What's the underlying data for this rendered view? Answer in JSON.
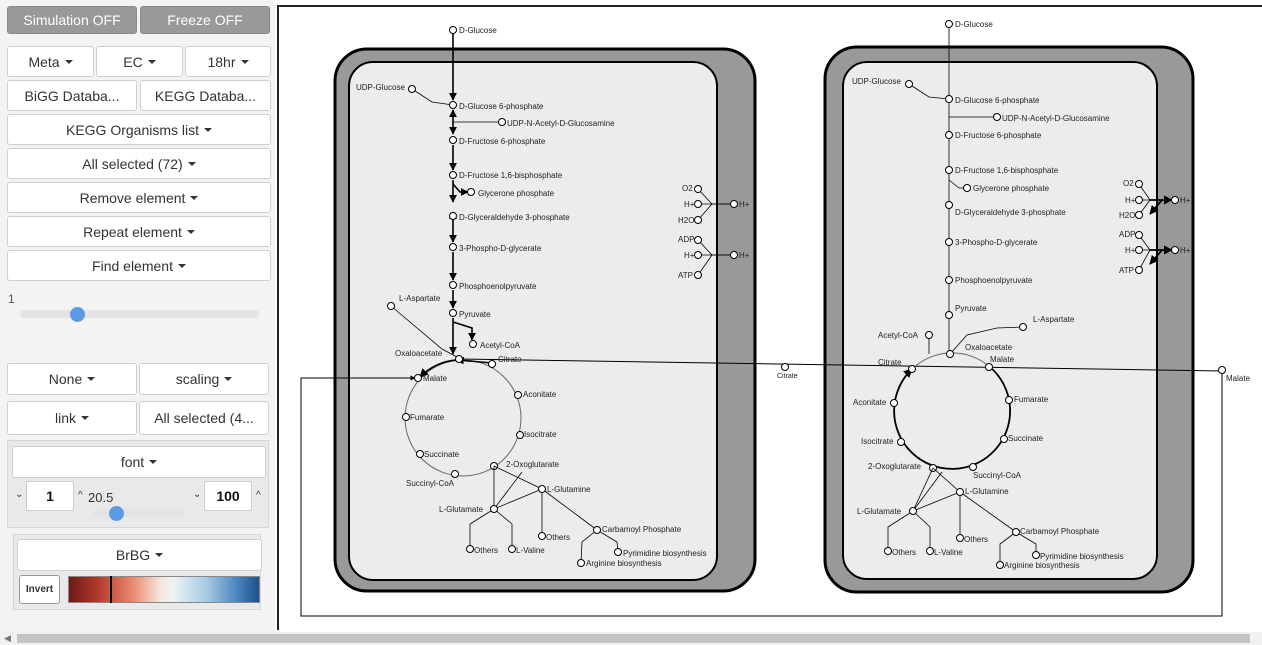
{
  "toolbar": {
    "simulation_label": "Simulation OFF",
    "freeze_label": "Freeze OFF"
  },
  "dropdowns": {
    "meta": "Meta",
    "ec": "EC",
    "time": "18hr",
    "bigg": "BiGG Databa...",
    "kegg": "KEGG Databa...",
    "kegg_organisms": "KEGG Organisms list",
    "all_selected": "All selected (72)",
    "remove_element": "Remove element",
    "repeat_element": "Repeat element",
    "find_element": "Find element",
    "none": "None",
    "scaling": "scaling",
    "link": "link",
    "all_selected_short": "All selected (4...",
    "font": "font",
    "colormap": "BrBG"
  },
  "slider": {
    "label": "1",
    "value_fraction": 0.24
  },
  "font_panel": {
    "min_value": "1",
    "mid_value": "20.5",
    "max_value": "100",
    "slider_fraction": 0.25
  },
  "invert_label": "Invert",
  "colors": {
    "sidebar_bg": "#f3f3f3",
    "dark_button": "#999999",
    "slider_knob": "#5b9be6",
    "cell_outer": "#999999",
    "cell_inner": "#ececec"
  },
  "map": {
    "left": {
      "glucose": "D-Glucose",
      "udp_glucose": "UDP-Glucose",
      "g6p": "D-Glucose 6-phosphate",
      "udp_nag": "UDP-N-Acetyl-D-Glucosamine",
      "f6p": "D-Fructose 6-phosphate",
      "fbp": "D-Fructose 1,6-bisphosphate",
      "dhap": "Glycerone phosphate",
      "g3p": "D-Glyceraldehyde 3-phosphate",
      "pg3": "3-Phospho-D-glycerate",
      "pep": "Phosphoenolpyruvate",
      "pyruvate": "Pyruvate",
      "aspartate": "L-Aspartate",
      "acetylcoa": "Acetyl-CoA",
      "oxaloacetate": "Oxaloacetate",
      "citrate": "Citrate",
      "malate": "Malate",
      "aconitate": "Aconitate",
      "fumarate": "Fumarate",
      "isocitrate": "Isocitrate",
      "succinate": "Succinate",
      "oxoglutarate": "2-Oxoglutarate",
      "succinylcoa": "Succinyl-CoA",
      "glutamine": "L-Glutamine",
      "glutamate": "L-Glutamate",
      "carbamoyl": "Carbamoyl Phosphate",
      "others1": "Others",
      "valine": "L-Valine",
      "others2": "Others",
      "pyrimidine": "Pyrimidine biosynthesis",
      "arginine": "Arginine biosynthesis",
      "o2": "O2",
      "hplus1": "H+",
      "h2o": "H2O",
      "hplus_out1": "H+",
      "adp": "ADP",
      "hplus2": "H+",
      "atp": "ATP",
      "hplus_out2": "H+"
    },
    "right": {
      "glucose": "D-Glucose",
      "udp_glucose": "UDP-Glucose",
      "g6p": "D-Glucose 6-phosphate",
      "udp_nag": "UDP-N-Acetyl-D-Glucosamine",
      "f6p": "D-Fructose 6-phosphate",
      "fbp": "D-Fructose 1,6-bisphosphate",
      "dhap": "Glycerone phosphate",
      "g3p": "D-Glyceraldehyde 3-phosphate",
      "pg3": "3-Phospho-D-glycerate",
      "pep": "Phosphoenolpyruvate",
      "pyruvate": "Pyruvate",
      "aspartate": "L-Aspartate",
      "acetylcoa": "Acetyl-CoA",
      "oxaloacetate": "Oxaloacetate",
      "citrate": "Citrate",
      "malate": "Malate",
      "aconitate": "Aconitate",
      "fumarate": "Fumarate",
      "isocitrate": "Isocitrate",
      "succinate": "Succinate",
      "oxoglutarate": "2-Oxoglutarate",
      "succinylcoa": "Succinyl-CoA",
      "glutamine": "L-Glutamine",
      "glutamate": "L-Glutamate",
      "carbamoyl": "Carbamoyl Phosphate",
      "others1": "Others",
      "valine": "L-Valine",
      "others2": "Others",
      "pyrimidine": "Pyrimidine biosynthesis",
      "arginine": "Arginine biosynthesis",
      "o2": "O2",
      "hplus1": "H+",
      "h2o": "H2O",
      "hplus_out1": "H+",
      "adp": "ADP",
      "hplus2": "H+",
      "atp": "ATP",
      "hplus_out2": "H+"
    },
    "shared": {
      "citrate_transfer": "Citrate",
      "malate_transfer": "Malate"
    }
  }
}
